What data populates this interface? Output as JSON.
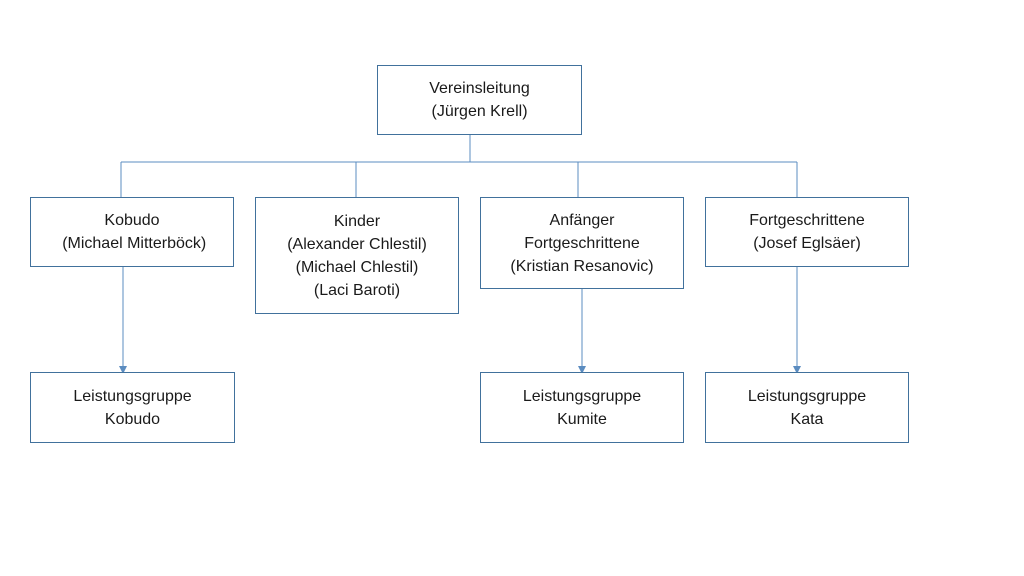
{
  "colors": {
    "border": "#41719c",
    "connector": "#5b8cc0",
    "text": "#1a1a1a"
  },
  "nodes": {
    "root": {
      "lines": [
        "Vereinsleitung",
        "(Jürgen Krell)"
      ]
    },
    "kobudo": {
      "lines": [
        "Kobudo",
        " (Michael Mitterböck)"
      ]
    },
    "kinder": {
      "lines": [
        "Kinder",
        "(Alexander Chlestil)",
        "(Michael Chlestil)",
        "(Laci Baroti)"
      ]
    },
    "anfaenger": {
      "lines": [
        "Anfänger",
        "Fortgeschrittene",
        "(Kristian Resanovic)"
      ]
    },
    "fortgeschrittene": {
      "lines": [
        "Fortgeschrittene",
        "(Josef Eglsäer)"
      ]
    },
    "lg_kobudo": {
      "lines": [
        "Leistungsgruppe",
        "Kobudo"
      ]
    },
    "lg_kumite": {
      "lines": [
        "Leistungsgruppe",
        "Kumite"
      ]
    },
    "lg_kata": {
      "lines": [
        "Leistungsgruppe",
        "Kata"
      ]
    }
  }
}
